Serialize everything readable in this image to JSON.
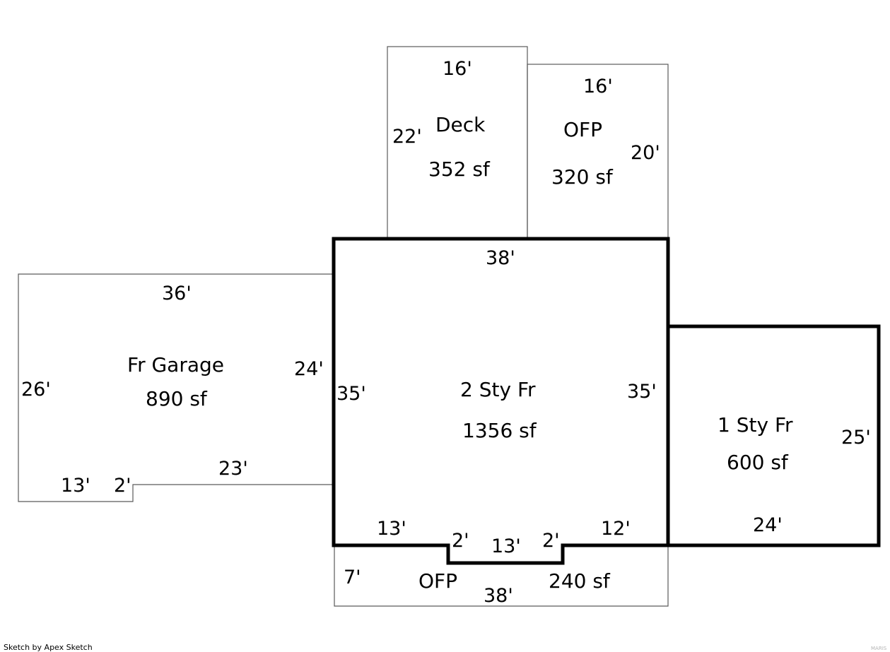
{
  "areas": {
    "deck": {
      "name": "Deck",
      "area": "352 sf",
      "dims": {
        "top": "16'",
        "left": "22'"
      }
    },
    "ofp_top": {
      "name": "OFP",
      "area": "320 sf",
      "dims": {
        "top": "16'",
        "right": "20'"
      }
    },
    "garage": {
      "name": "Fr Garage",
      "area": "890 sf",
      "dims": {
        "top": "36'",
        "left": "26'",
        "right": "24'",
        "bottom_left": "13'",
        "step": "2'",
        "bottom_right": "23'"
      }
    },
    "main": {
      "name": "2 Sty Fr",
      "area": "1356 sf",
      "dims": {
        "top": "38'",
        "left": "35'",
        "right": "35'",
        "bottom_left": "13'",
        "notch_left": "2'",
        "notch_bottom": "13'",
        "notch_right": "2'",
        "bottom_right": "12'"
      }
    },
    "one_story": {
      "name": "1 Sty Fr",
      "area": "600 sf",
      "dims": {
        "right": "25'",
        "bottom": "24'"
      }
    },
    "ofp_bottom": {
      "name": "OFP",
      "area": "240 sf",
      "dims": {
        "left": "7'",
        "bottom": "38'"
      }
    }
  },
  "footer": {
    "credit": "Sketch by Apex Sketch",
    "watermark": "MARIS"
  }
}
